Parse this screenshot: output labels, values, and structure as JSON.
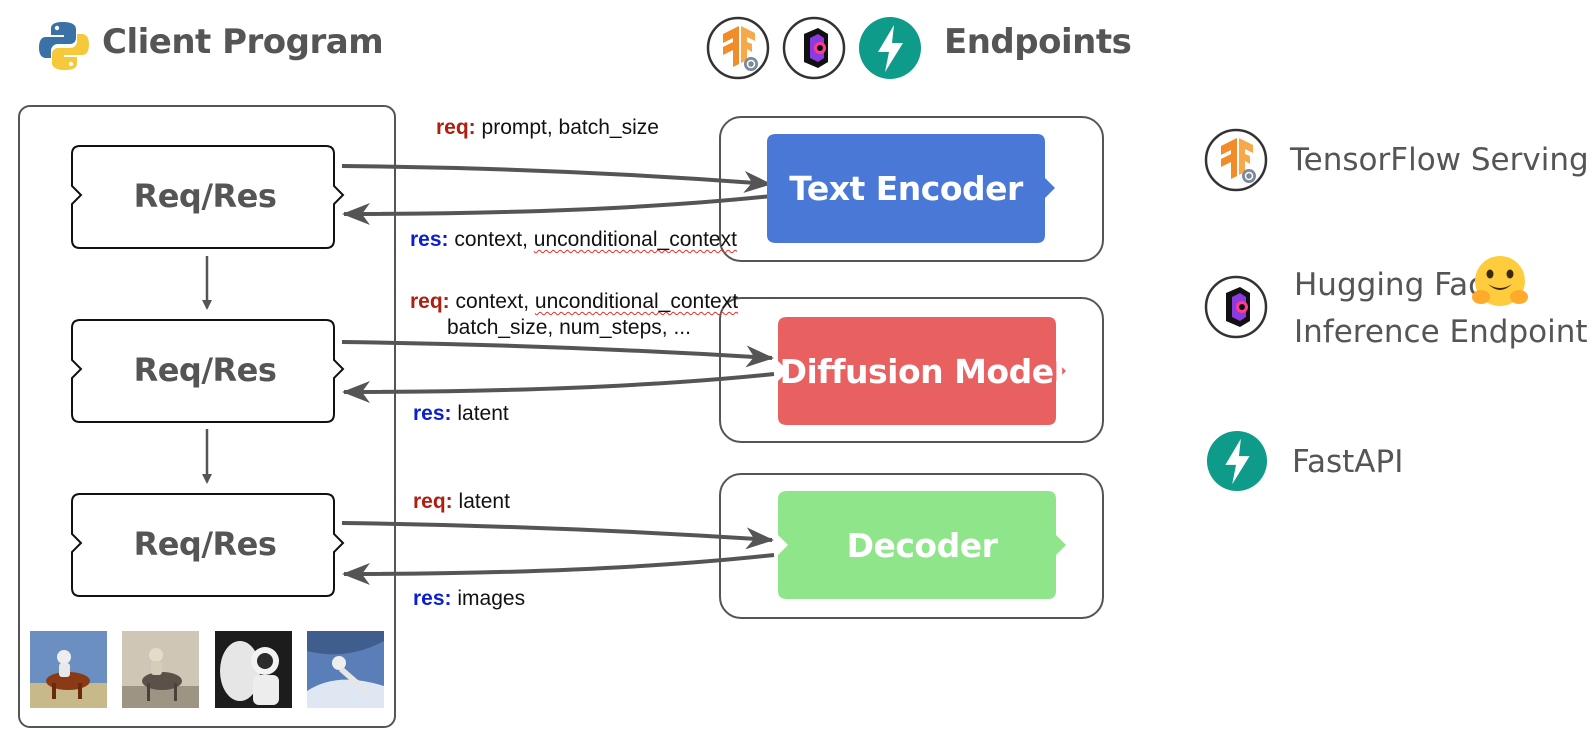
{
  "header": {
    "client_title": "Client Program",
    "endpoints_title": "Endpoints",
    "endpoint_icons": [
      "tensorflow-serving-icon",
      "hugging-face-inference-icon",
      "fastapi-icon"
    ]
  },
  "client": {
    "steps": [
      {
        "label": "Req/Res"
      },
      {
        "label": "Req/Res"
      },
      {
        "label": "Req/Res"
      }
    ],
    "output_images": [
      "astronaut-riding-horse",
      "astronaut-riding-horse-sepia",
      "astronaut-with-horse",
      "astronaut-floating"
    ]
  },
  "endpoints": [
    {
      "label": "Text Encoder",
      "color": "#4a78d6"
    },
    {
      "label": "Diffusion Model",
      "color": "#e86060"
    },
    {
      "label": "Decoder",
      "color": "#8ee58a"
    }
  ],
  "flows": [
    {
      "req_keyword": "req:",
      "req_text": "prompt, batch_size",
      "res_keyword": "res:",
      "res_text_a": "context, ",
      "res_text_b": "unconditional_context"
    },
    {
      "req_keyword": "req:",
      "req_text_a": "context, ",
      "req_text_b": "unconditional_context",
      "req_text_line2": "batch_size, num_steps, ...",
      "res_keyword": "res:",
      "res_text": "latent"
    },
    {
      "req_keyword": "req:",
      "req_text": "latent",
      "res_keyword": "res:",
      "res_text": "images"
    }
  ],
  "legend": {
    "tensorflow": "TensorFlow Serving",
    "huggingface_line1": "Hugging Face",
    "huggingface_line2": "Inference Endpoint",
    "fastapi": "FastAPI"
  },
  "colors": {
    "req_keyword": "#b01e10",
    "res_keyword": "#0a1fd0",
    "outline": "#555555",
    "tensorflow": "#f28c28",
    "fastapi": "#0f9b8a"
  }
}
